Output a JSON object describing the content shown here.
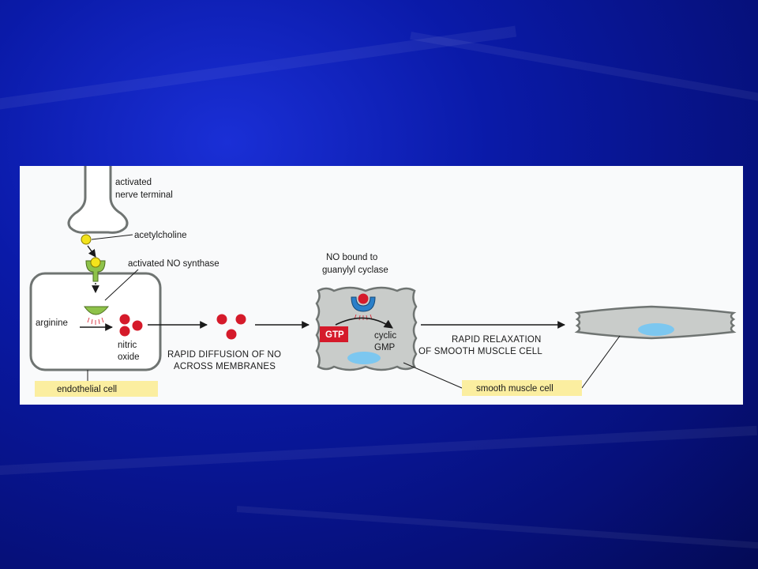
{
  "labels": {
    "nerve_line1": "activated",
    "nerve_line2": "nerve terminal",
    "acetylcholine": "acetylcholine",
    "no_synthase": "activated NO synthase",
    "arginine": "arginine",
    "nitric": "nitric",
    "oxide": "oxide",
    "endothelial_cell": "endothelial cell",
    "diffusion_line1": "RAPID DIFFUSION OF NO",
    "diffusion_line2": "ACROSS MEMBRANES",
    "no_bound_line1": "NO bound to",
    "no_bound_line2": "guanylyl cyclase",
    "gtp": "GTP",
    "cyclic": "cyclic",
    "gmp": "GMP",
    "relax_line1": "RAPID RELAXATION",
    "relax_line2": "OF SMOOTH MUSCLE CELL",
    "smooth_muscle_cell": "smooth muscle cell"
  },
  "colors": {
    "cell_fill": "#c9ccca",
    "cell_stroke": "#6f7472",
    "nucleus": "#7cc7f0",
    "no_molecule": "#d51a2a",
    "acetylcholine": "#f3e31c",
    "receptor": "#8ec24a",
    "cyclase": "#2a7fc9",
    "gtp_box": "#d51a2a",
    "label_highlight": "#fbeea0"
  }
}
